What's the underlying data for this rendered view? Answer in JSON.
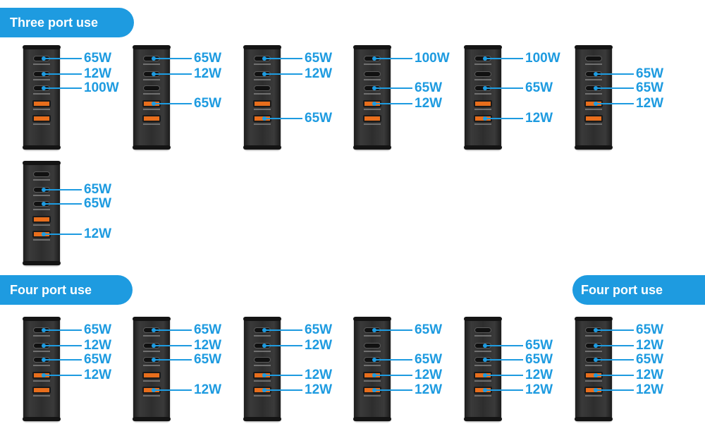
{
  "sections": {
    "three_port_title": "Three port use",
    "four_port_title_left": "Four port use",
    "four_port_title_right": "Four port use"
  },
  "colors": {
    "accent": "#1e9be0",
    "usb_a": "#e86e1c",
    "body": "#2e2e2e"
  },
  "three_port_configs": [
    {
      "ports": [
        "65W",
        "12W",
        "100W",
        "",
        ""
      ]
    },
    {
      "ports": [
        "65W",
        "12W",
        "",
        "65W",
        ""
      ]
    },
    {
      "ports": [
        "65W",
        "12W",
        "",
        "",
        "65W"
      ]
    },
    {
      "ports": [
        "100W",
        "",
        "65W",
        "12W",
        ""
      ]
    },
    {
      "ports": [
        "100W",
        "",
        "65W",
        "",
        "12W"
      ]
    },
    {
      "ports": [
        "",
        "65W",
        "65W",
        "12W",
        ""
      ]
    },
    {
      "ports": [
        "",
        "65W",
        "65W",
        "",
        "12W"
      ]
    }
  ],
  "four_port_configs": [
    {
      "ports": [
        "65W",
        "12W",
        "65W",
        "12W",
        ""
      ]
    },
    {
      "ports": [
        "65W",
        "12W",
        "65W",
        "",
        "12W"
      ]
    },
    {
      "ports": [
        "65W",
        "12W",
        "",
        "12W",
        "12W"
      ]
    },
    {
      "ports": [
        "65W",
        "",
        "65W",
        "12W",
        "12W"
      ]
    },
    {
      "ports": [
        "",
        "65W",
        "65W",
        "12W",
        "12W"
      ]
    },
    {
      "ports": [
        "65W",
        "12W",
        "65W",
        "12W",
        "12W"
      ]
    }
  ]
}
